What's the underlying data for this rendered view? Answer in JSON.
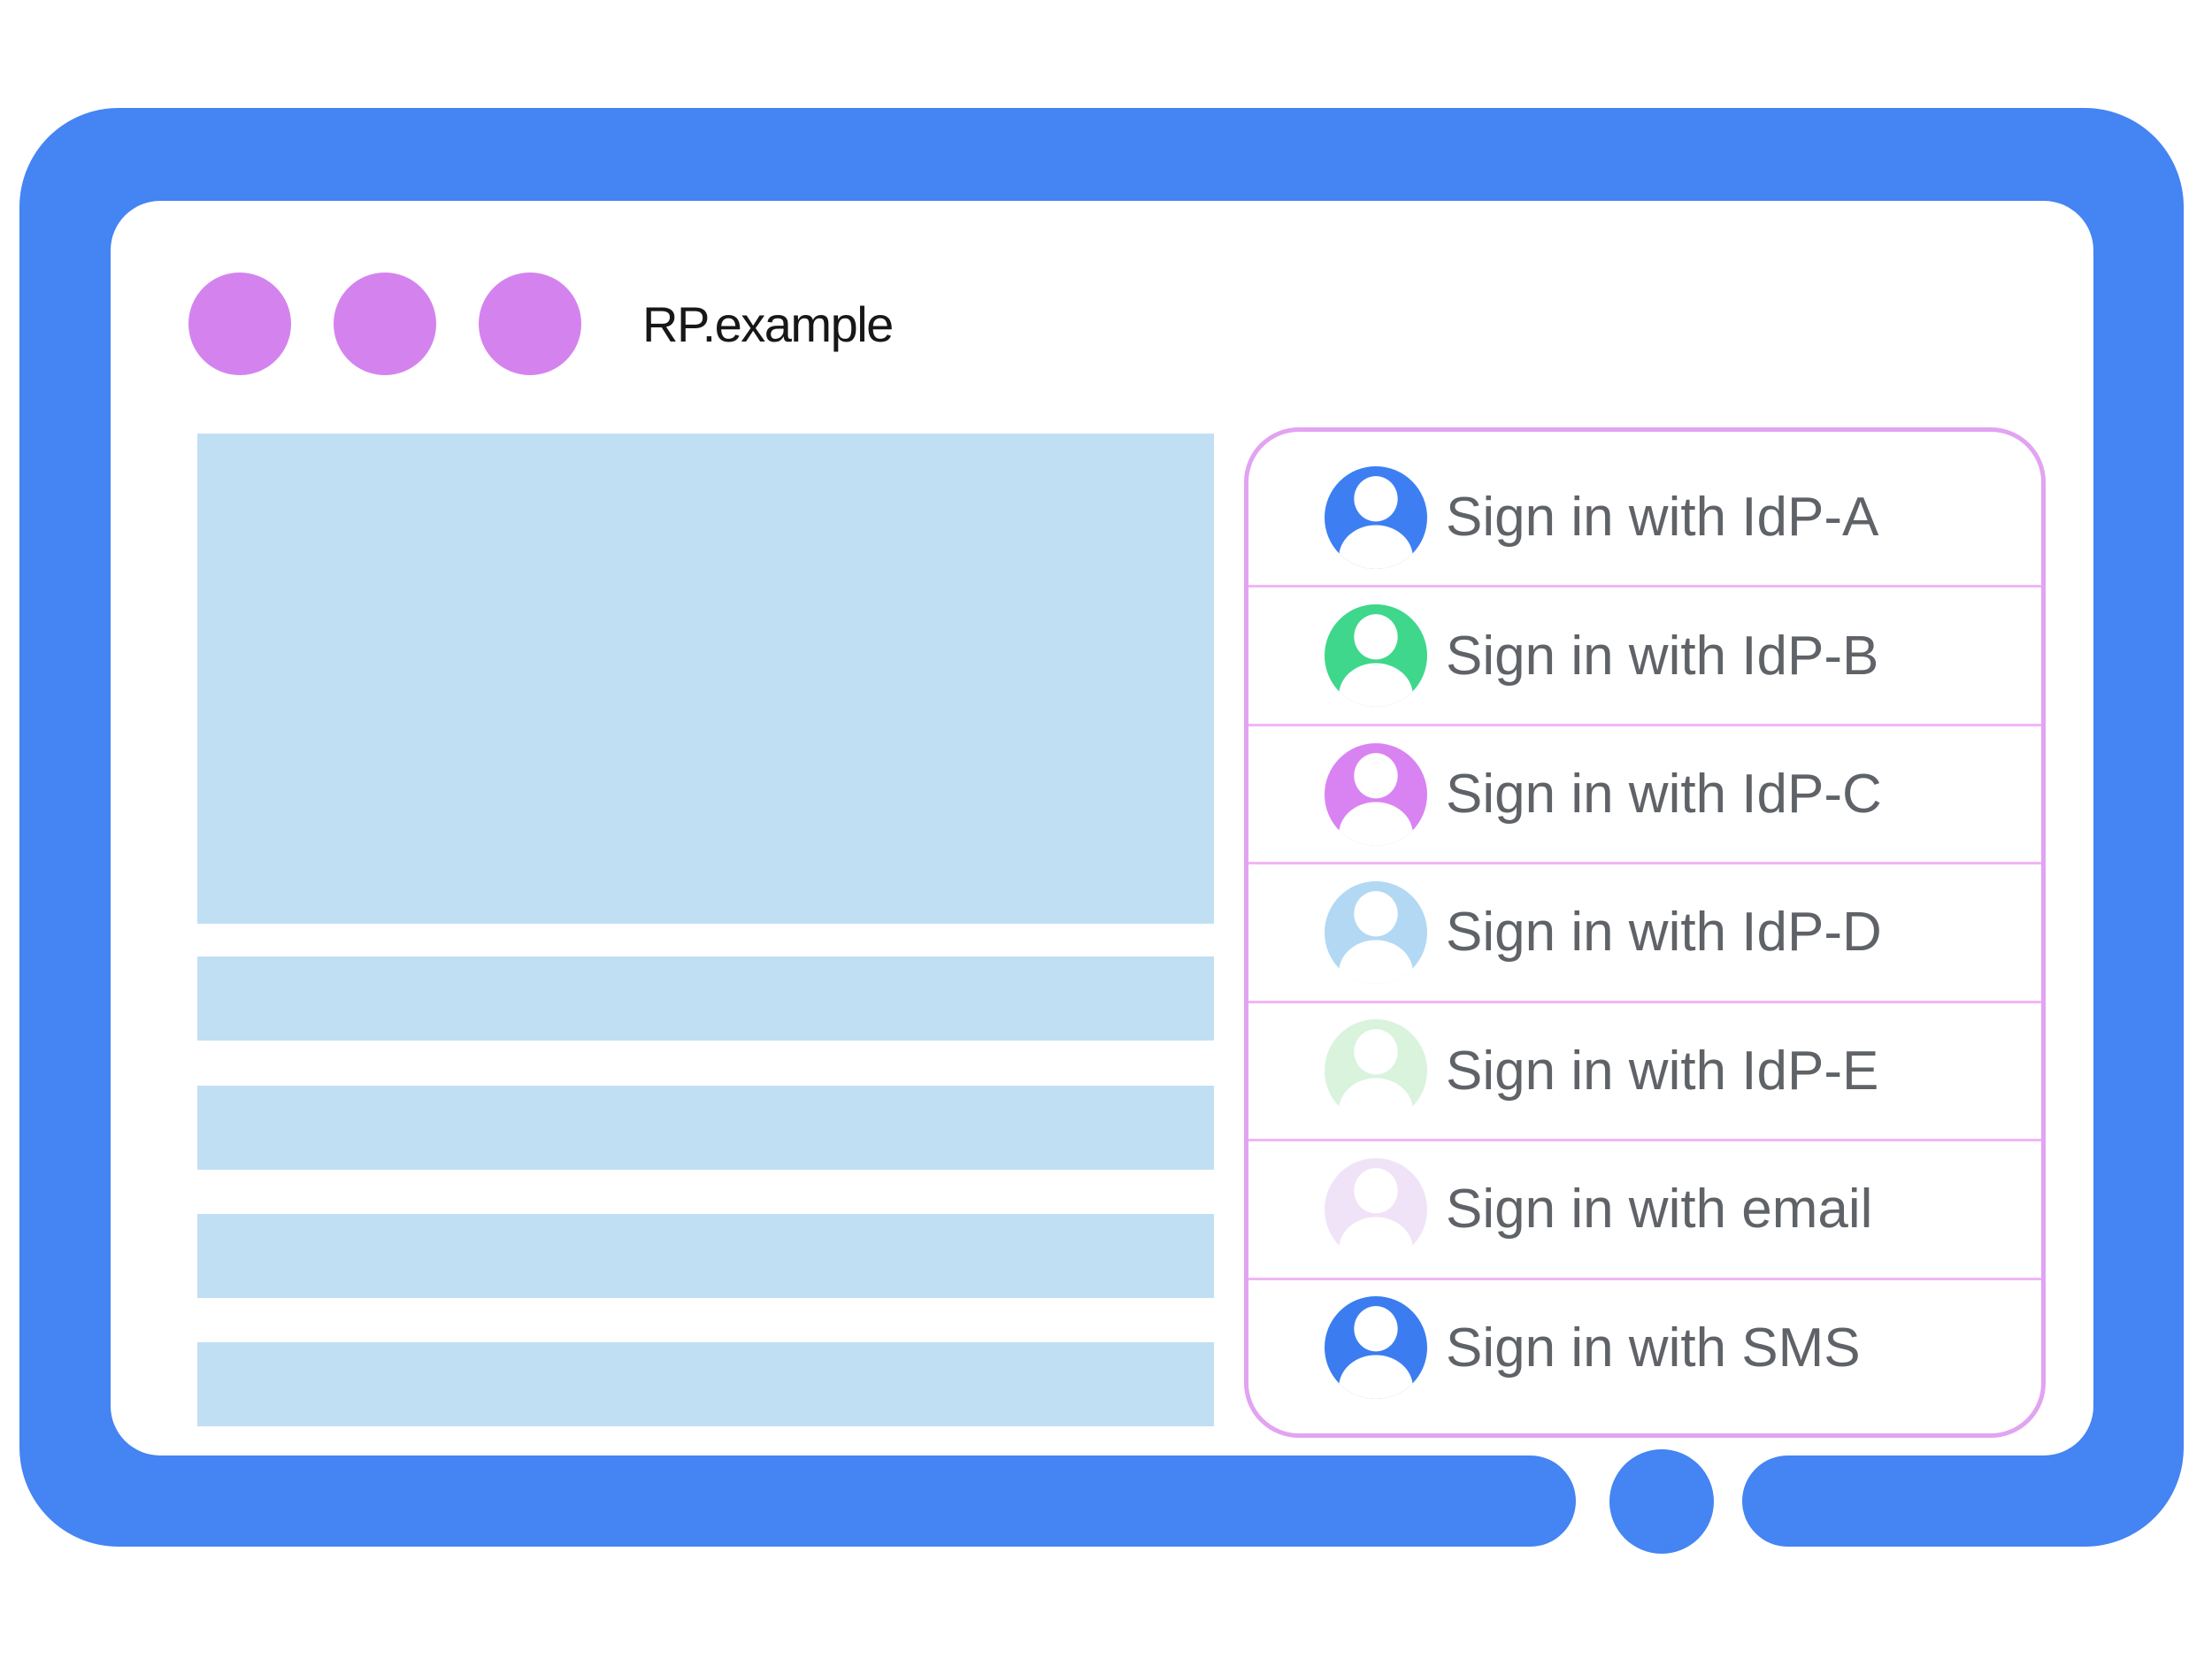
{
  "window": {
    "title": "RP.example",
    "dot_count": 3
  },
  "content": {
    "hero_block": "placeholder",
    "line_count": 4
  },
  "signin_panel": {
    "rows": [
      {
        "label": "Sign in with IdP-A",
        "avatar_icon": "user-avatar-icon",
        "avatar_color": "#3D7FF2"
      },
      {
        "label": "Sign in with IdP-B",
        "avatar_icon": "user-avatar-icon",
        "avatar_color": "#3FD78B"
      },
      {
        "label": "Sign in with IdP-C",
        "avatar_icon": "user-avatar-icon",
        "avatar_color": "#D983F2"
      },
      {
        "label": "Sign in with IdP-D",
        "avatar_icon": "user-avatar-icon",
        "avatar_color": "#B3D8F3"
      },
      {
        "label": "Sign in with IdP-E",
        "avatar_icon": "user-avatar-icon",
        "avatar_color": "#D9F3DD"
      },
      {
        "label": "Sign in with email",
        "avatar_icon": "user-avatar-icon",
        "avatar_color": "#F0E3F8"
      },
      {
        "label": "Sign in with SMS",
        "avatar_icon": "user-avatar-icon",
        "avatar_color": "#3B7DF0"
      }
    ]
  },
  "colors": {
    "frame": "#4484F3",
    "screen": "#FFFFFF",
    "window_dot": "#D483EE",
    "content_placeholder": "#C1DFF3",
    "panel_border": "#E2A3F2",
    "panel_divider": "#F0B6F5",
    "label_text": "#5F6368",
    "title_text": "#171717"
  }
}
